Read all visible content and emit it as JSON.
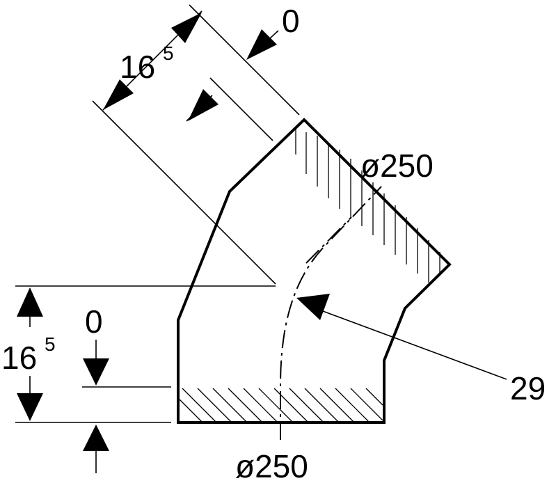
{
  "diagram": {
    "top_offset": {
      "main": "0"
    },
    "top_depth": {
      "main": "16",
      "sup": "5"
    },
    "top_diameter": "ø250",
    "left_offset": {
      "main": "0"
    },
    "left_depth": {
      "main": "16",
      "sup": "5"
    },
    "bottom_diameter": "ø250",
    "angle_callout": "29"
  }
}
